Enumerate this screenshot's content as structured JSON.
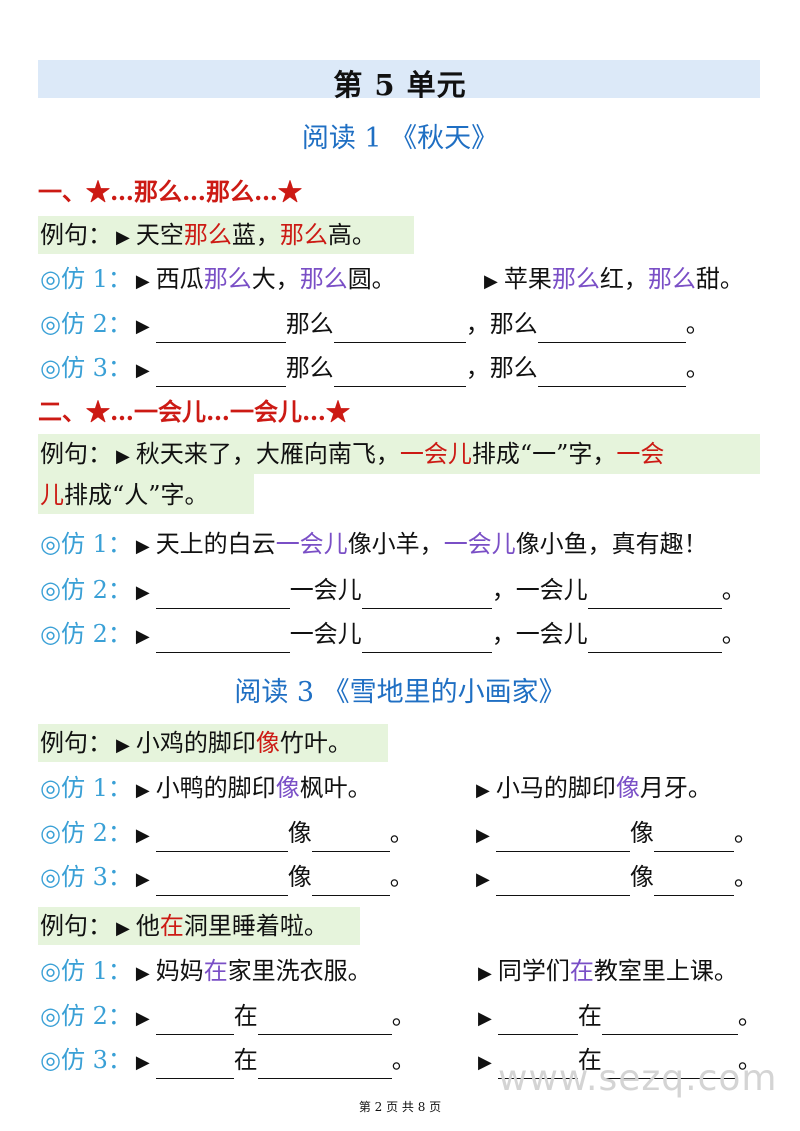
{
  "unit_title": "第 5 单元",
  "reading1": {
    "title": "阅读 1 《秋天》",
    "s1": {
      "heading": "一、★…那么…那么…★",
      "example_label": "例句：",
      "example": [
        "天空",
        "那么",
        "蓝，",
        "那么",
        "高。"
      ],
      "f1_label": "◎仿 1：",
      "f1a": [
        "西瓜",
        "那么",
        "大，",
        "那么",
        "圆。"
      ],
      "f1b": [
        "苹果",
        "那么",
        "红，",
        "那么",
        "甜。"
      ],
      "f2_label": "◎仿 2：",
      "f3_label": "◎仿 3：",
      "kw": "那么",
      "comma": "，",
      "period": "。"
    },
    "s2": {
      "heading": "二、★…一会儿…一会儿…★",
      "example_label": "例句：",
      "example": [
        "秋天来了，大雁向南飞，",
        "一会儿",
        "排成“一”字，",
        "一会",
        "儿",
        "排成“人”字。"
      ],
      "f1_label": "◎仿 1：",
      "f1": [
        "天上的白云",
        "一会儿",
        "像小羊，",
        "一会儿",
        "像小鱼，真有趣！"
      ],
      "f2_label": "◎仿 2：",
      "f3_label": "◎仿 2：",
      "kw": "一会儿",
      "comma": "，",
      "period": "。"
    }
  },
  "reading3": {
    "title": "阅读 3 《雪地里的小画家》",
    "s1": {
      "example_label": "例句：",
      "example": [
        "小鸡的脚印",
        "像",
        "竹叶。"
      ],
      "f1_label": "◎仿 1：",
      "f1a": [
        "小鸭的脚印",
        "像",
        "枫叶。"
      ],
      "f1b": [
        "小马的脚印",
        "像",
        "月牙。"
      ],
      "f2_label": "◎仿 2：",
      "f3_label": "◎仿 3：",
      "kw": "像",
      "period": "。"
    },
    "s2": {
      "example_label": "例句：",
      "example": [
        "他",
        "在",
        "洞里睡着啦。"
      ],
      "f1_label": "◎仿 1：",
      "f1a": [
        "妈妈",
        "在",
        "家里洗衣服。"
      ],
      "f1b": [
        "同学们",
        "在",
        "教室里上课。"
      ],
      "f2_label": "◎仿 2：",
      "f3_label": "◎仿 3：",
      "kw": "在",
      "period": "。"
    }
  },
  "footer": "第 2 页 共 8 页",
  "watermark": "www.sezq.com",
  "colors": {
    "accent_red": "#cc1a14",
    "accent_purple": "#7a4fc6",
    "title_blue": "#1f6fc3",
    "example_bg": "#e6f4dc",
    "banner_bg": "#dce9f8"
  }
}
